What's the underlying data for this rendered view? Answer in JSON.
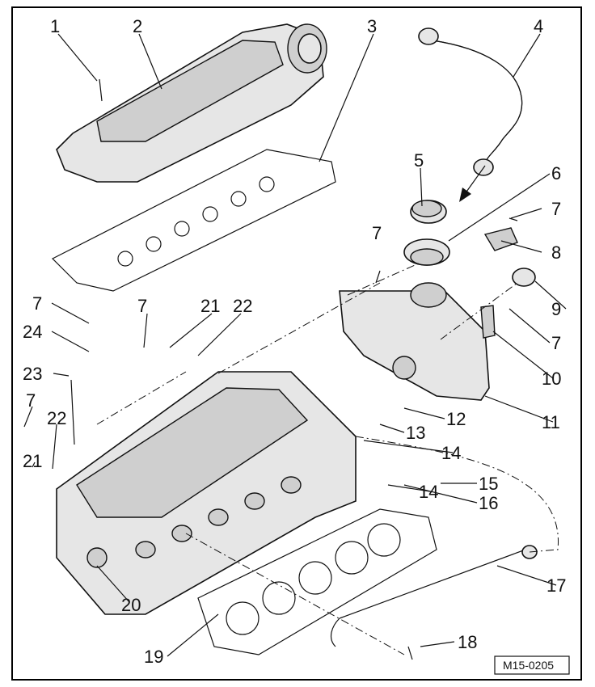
{
  "callouts": [
    "1",
    "2",
    "3",
    "4",
    "5",
    "6",
    "7",
    "7",
    "8",
    "9",
    "7",
    "10",
    "11",
    "12",
    "13",
    "14",
    "14",
    "15",
    "16",
    "17",
    "18",
    "19",
    "20",
    "21",
    "22",
    "7",
    "24",
    "23",
    "7",
    "22",
    "21"
  ],
  "reference_code": "M15-0205",
  "icons": [
    "cylinder-head-cover",
    "gasket",
    "breather-hose",
    "filler-cap",
    "seal-ring",
    "bolt",
    "timing-cover",
    "cylinder-head",
    "head-gasket",
    "oil-pipe"
  ]
}
